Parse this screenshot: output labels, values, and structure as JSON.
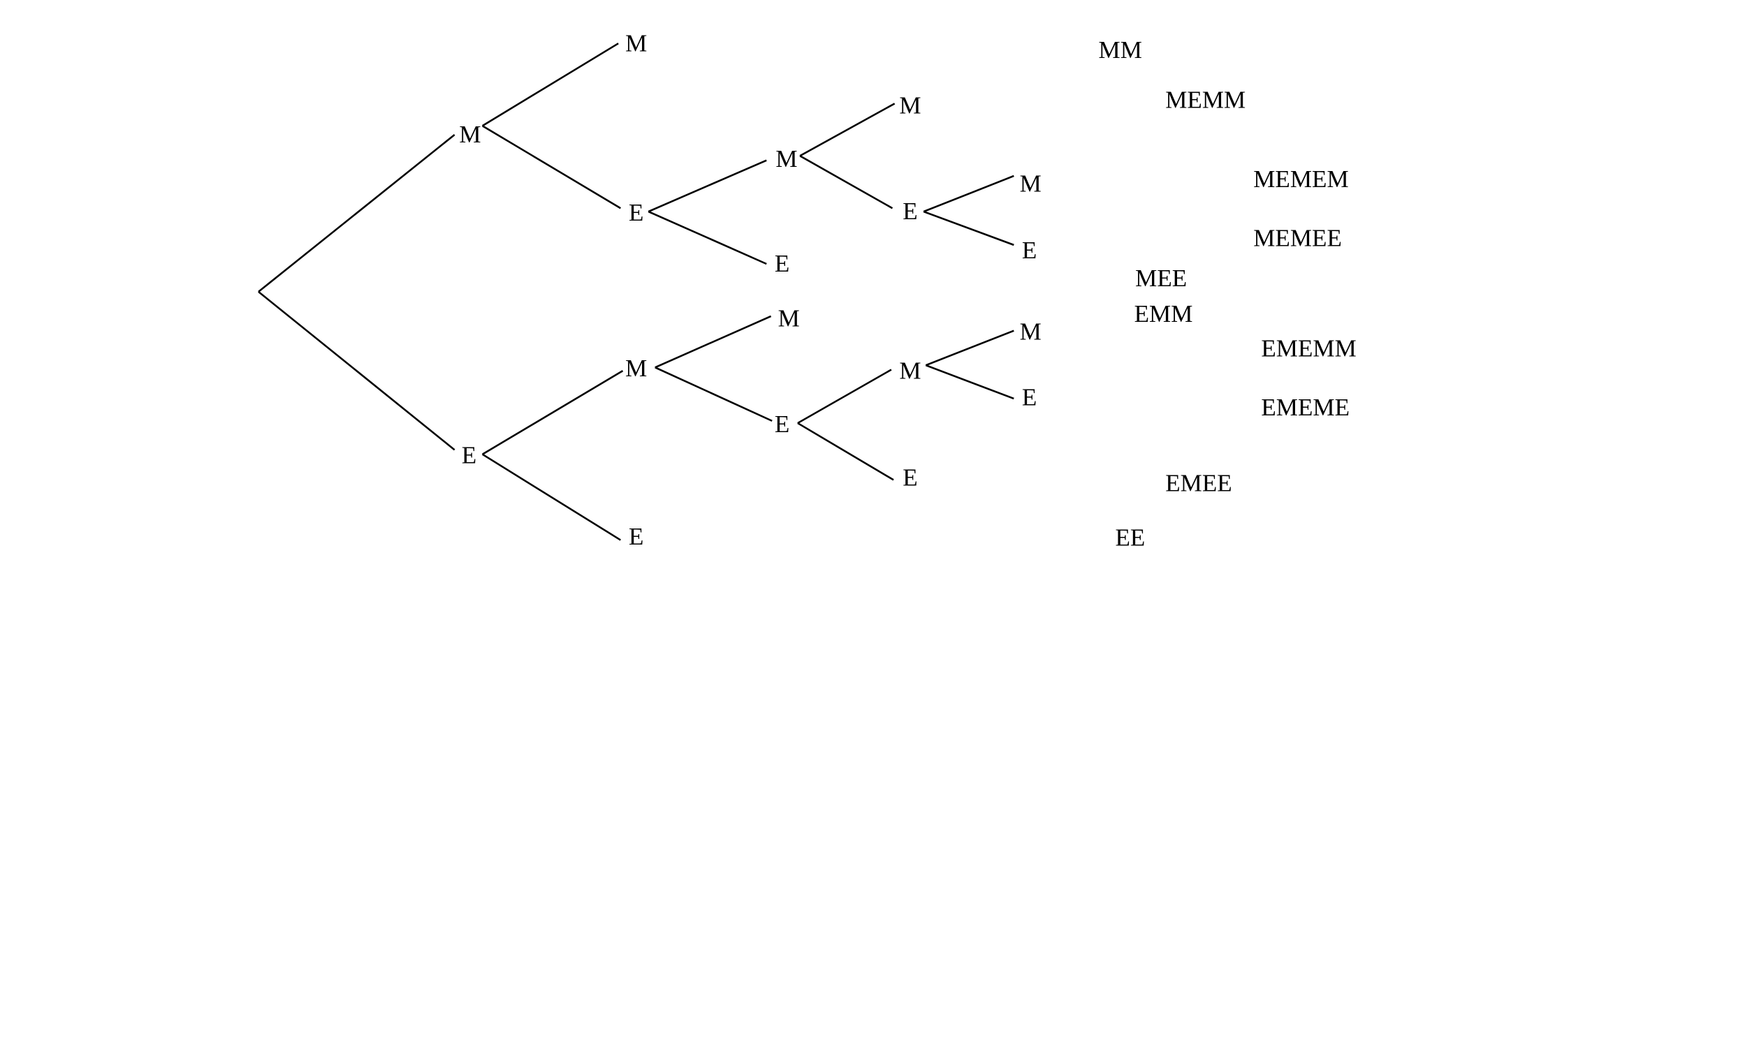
{
  "tree": {
    "nodes": {
      "l1_m": "M",
      "l1_e": "E",
      "m_m": "M",
      "m_e": "E",
      "me_m": "M",
      "me_e": "E",
      "mem_m": "M",
      "mem_e": "E",
      "meme_m": "M",
      "meme_e": "E",
      "e_m": "M",
      "e_e": "E",
      "em_m": "M",
      "em_e": "E",
      "eme_m": "M",
      "eme_e": "E",
      "emem_m": "M",
      "emem_e": "E"
    },
    "outcomes": [
      "MM",
      "MEMM",
      "MEMEM",
      "MEMEE",
      "MEE",
      "EMM",
      "EMEMM",
      "EMEME",
      "EMEE",
      "EE"
    ]
  }
}
